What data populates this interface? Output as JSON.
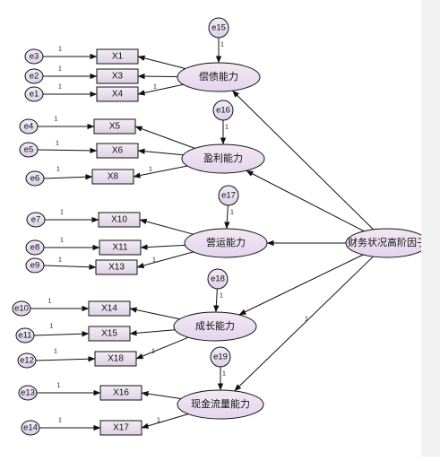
{
  "diagram": {
    "colors": {
      "ellipse_fill_top": "#f3e8f3",
      "ellipse_fill_bottom": "#e4d4ee",
      "box_fill_top": "#f4ecf6",
      "box_fill_bottom": "#ddd2e6",
      "stroke": "#111111",
      "sidebar": "#f2f2f2"
    },
    "latent_factors": [
      {
        "id": "L1",
        "label": "偿债能力",
        "error": "e15",
        "error_weight": "1"
      },
      {
        "id": "L2",
        "label": "盈利能力",
        "error": "e16",
        "error_weight": "1"
      },
      {
        "id": "L3",
        "label": "营运能力",
        "error": "e17",
        "error_weight": "1"
      },
      {
        "id": "L4",
        "label": "成长能力",
        "error": "e18",
        "error_weight": "1"
      },
      {
        "id": "L5",
        "label": "现金流量能力",
        "error": "e19",
        "error_weight": "1"
      }
    ],
    "higher_order": {
      "id": "H",
      "label": "财务状况高阶因子",
      "path_weight": "1"
    },
    "observed": [
      {
        "label": "X1",
        "error": "e3",
        "factor": "L1",
        "error_weight": "1",
        "loading": ""
      },
      {
        "label": "X3",
        "error": "e2",
        "factor": "L1",
        "error_weight": "1",
        "loading": ""
      },
      {
        "label": "X4",
        "error": "e1",
        "factor": "L1",
        "error_weight": "1",
        "loading": "1"
      },
      {
        "label": "X5",
        "error": "e4",
        "factor": "L2",
        "error_weight": "1",
        "loading": ""
      },
      {
        "label": "X6",
        "error": "e5",
        "factor": "L2",
        "error_weight": "1",
        "loading": ""
      },
      {
        "label": "X8",
        "error": "e6",
        "factor": "L2",
        "error_weight": "1",
        "loading": "1"
      },
      {
        "label": "X10",
        "error": "e7",
        "factor": "L3",
        "error_weight": "1",
        "loading": ""
      },
      {
        "label": "X11",
        "error": "e8",
        "factor": "L3",
        "error_weight": "1",
        "loading": ""
      },
      {
        "label": "X13",
        "error": "e9",
        "factor": "L3",
        "error_weight": "1",
        "loading": "1"
      },
      {
        "label": "X14",
        "error": "e10",
        "factor": "L4",
        "error_weight": "1",
        "loading": ""
      },
      {
        "label": "X15",
        "error": "e11",
        "factor": "L4",
        "error_weight": "1",
        "loading": ""
      },
      {
        "label": "X18",
        "error": "e12",
        "factor": "L4",
        "error_weight": "1",
        "loading": "1"
      },
      {
        "label": "X16",
        "error": "e13",
        "factor": "L5",
        "error_weight": "1",
        "loading": ""
      },
      {
        "label": "X17",
        "error": "e14",
        "factor": "L5",
        "error_weight": "1",
        "loading": "1"
      }
    ]
  }
}
